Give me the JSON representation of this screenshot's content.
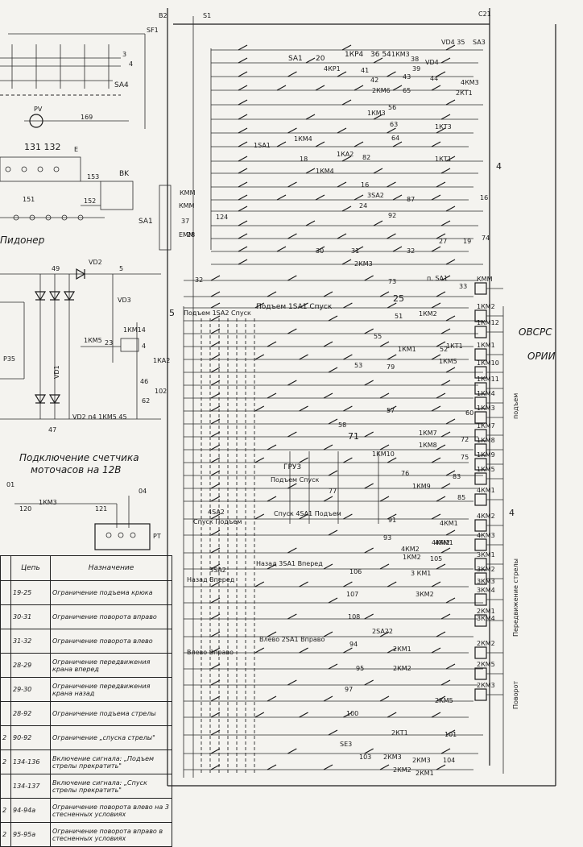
{
  "top": {
    "b2": "B2",
    "s1": "S1",
    "sf1": "SF1",
    "c21": "C21",
    "vd4": "VD4 35",
    "sa3": "SA3",
    "sa4": "SA4",
    "pv": "PV",
    "n169": "169",
    "n3": "3",
    "n4": "4",
    "e": "E",
    "bk": "BK",
    "n153": "153",
    "n152": "152",
    "n151": "151",
    "nums": "131 132",
    "pid": "Пидонер",
    "sa1": "SA1",
    "kmm": "КММ",
    "emm": "ЕММ",
    "n37": "37",
    "n124": "124"
  },
  "left": {
    "vd2": "VD2",
    "vd3": "VD3",
    "vd1": "VD1",
    "r35": "Р35",
    "km5": "1КМ5",
    "n23": "23",
    "n4": "4",
    "n5": "5",
    "n49": "49",
    "n46": "46",
    "n62": "62",
    "n102": "102",
    "n47": "47",
    "vd2b": "VD2 п4 1КМ5 45",
    "km14": "1КМ14",
    "ka2": "1КА2"
  },
  "meter": {
    "line1": "Подключение счетчика",
    "line2": "моточасов на 12В",
    "n01": "01",
    "n04": "04",
    "n120": "120",
    "km3": "1КМ3",
    "n121": "121",
    "pt": "PT"
  },
  "ladder": {
    "sa1": "SA1",
    "w20": "20",
    "kr4": "1КР4",
    "w36": "36 54",
    "km3": "1КМ3",
    "vd": "VD4",
    "w38": "38",
    "w39": "39",
    "w44": "44",
    "w43": "43",
    "km3b": "4КМ3",
    "kr1": "4КР1",
    "w41": "41",
    "w42": "42",
    "km6": "2КМ6",
    "w65": "65",
    "kt1": "2КТ1",
    "w56": "56",
    "w63": "63",
    "kt3": "1КТ3",
    "w64": "64",
    "km4": "1КМ4",
    "kt1b": "1КТ1",
    "km3c": "1КМ3",
    "ka2": "1КА2",
    "w82": "82",
    "w18": "18",
    "sa1b": "1SA1",
    "km4b": "1КМ4",
    "w16": "16",
    "sa2": "3SA2",
    "w24": "24",
    "w92": "92",
    "n16b": "16",
    "w87": "87",
    "w27": "27",
    "w19": "19",
    "w74": "74",
    "w28": "28",
    "kmm": "КММ",
    "w32": "32",
    "km3d": "2КМ3",
    "w31": "31",
    "w30": "30",
    "w32b": "32",
    "w33": "33",
    "w73": "73",
    "w25": "25",
    "cbeg": "п. SA1",
    "podem": "Подъем 1SA1 Спуск",
    "podem2": "Подъем 1SA2 Спуск",
    "w51": "51",
    "w55": "55",
    "w52": "52",
    "km2": "1КМ2",
    "km1": "1КМ1",
    "kt1c": "1КТ1",
    "km5": "1КМ5",
    "w53": "53",
    "w79": "79",
    "w57": "57",
    "w58": "58",
    "w60": "60",
    "w71": "71",
    "w72": "72",
    "w75": "75",
    "w76": "76",
    "w77": "77",
    "w83": "83",
    "w85": "85",
    "km10": "1КМ10",
    "km9": "1КМ9",
    "km7": "1КМ7",
    "km8": "1КМ8",
    "grv3": "ГРУ3",
    "podem3": "Подъем Спуск",
    "spusk4": "Спуск 4SA1 Подъем",
    "spusk5": "Спуск Подъем",
    "sa2b": "4SA2",
    "w91": "91",
    "w93": "93",
    "w105": "105",
    "w106": "106",
    "w107": "107",
    "w103": "103",
    "w108": "108",
    "km1b": "4КМ1",
    "km2b": "4КМ2",
    "km1c": "3 КМ1",
    "km2c": "3КМ2",
    "nazad": "Назад 3SA1 Вперед",
    "nazad2": "Назад Вперед",
    "w3sa2": "3SA2",
    "vlevo": "Влево 2SA1 Вправо",
    "vlevo2": "Влево Вправо",
    "w94": "94",
    "w95": "95",
    "w97": "97",
    "w100": "100",
    "w101": "101",
    "w104": "104",
    "sa22": "2SA22",
    "km1d": "2КМ1",
    "km2d": "2КМ2",
    "km5b": "2КМ5",
    "kt1d": "2КТ1",
    "km3e": "2КМ3",
    "se3": "SE3",
    "w103b": "103",
    "w2km3": "2КМ3",
    "w2km1": "2КМ1",
    "w2km2": "2КМ2",
    "w1km2": "1КМ2",
    "w4km1": "4КМ1",
    "w4km2": "4КМ2",
    "w3km3": "3КМ3",
    "w3km4": "3КМ4",
    "n5": "5"
  },
  "coils": [
    "КММ",
    "1КМ2",
    "1КМ12",
    "1КМ1",
    "1КМ10",
    "1КМ11",
    "1КМ4",
    "1КМ3",
    "1КМ7",
    "1КМ8",
    "1КМ9",
    "1КМ5",
    "4КМ1",
    "4КМ2",
    "4КМ3",
    "3КМ1",
    "3КМ2",
    "3КМ4",
    "2КМ1",
    "2КМ2",
    "2КМ5",
    "2КМ3"
  ],
  "side": {
    "four": "4",
    "four2": "4",
    "podem": "подъем",
    "povorot": "Поворот",
    "perem": "Передвижение стрелы",
    "hand1": "ОВСРС",
    "hand2": "ОРИИ"
  },
  "table": {
    "hcirc": "Цепь",
    "hpurp": "Назначение",
    "rows": [
      {
        "n": "",
        "c": "19-25",
        "p": "Ограничение подъема крюка"
      },
      {
        "n": "",
        "c": "30-31",
        "p": "Ограничение поворота вправо"
      },
      {
        "n": "",
        "c": "31-32",
        "p": "Ограничение поворота влево"
      },
      {
        "n": "",
        "c": "28-29",
        "p": "Ограничение передвижения крана вперед"
      },
      {
        "n": "",
        "c": "29-30",
        "p": "Ограничение передвижения крана назад"
      },
      {
        "n": "",
        "c": "28-92",
        "p": "Ограничение подъема стрелы"
      },
      {
        "n": "2",
        "c": "90-92",
        "p": "Ограничение „спуска стрелы\""
      },
      {
        "n": "2",
        "c": "134-136",
        "p": "Включение сигнала: „Подъем стрелы прекратить\""
      },
      {
        "n": "",
        "c": "134-137",
        "p": "Включение сигнала: „Спуск стрелы прекратить\""
      },
      {
        "n": "2",
        "c": "94-94а",
        "p": "Ограничение поворота влево на 3 стесненных условиях"
      },
      {
        "n": "2",
        "c": "95-95а",
        "p": "Ограничение поворота вправо в стесненных условиях"
      }
    ]
  }
}
